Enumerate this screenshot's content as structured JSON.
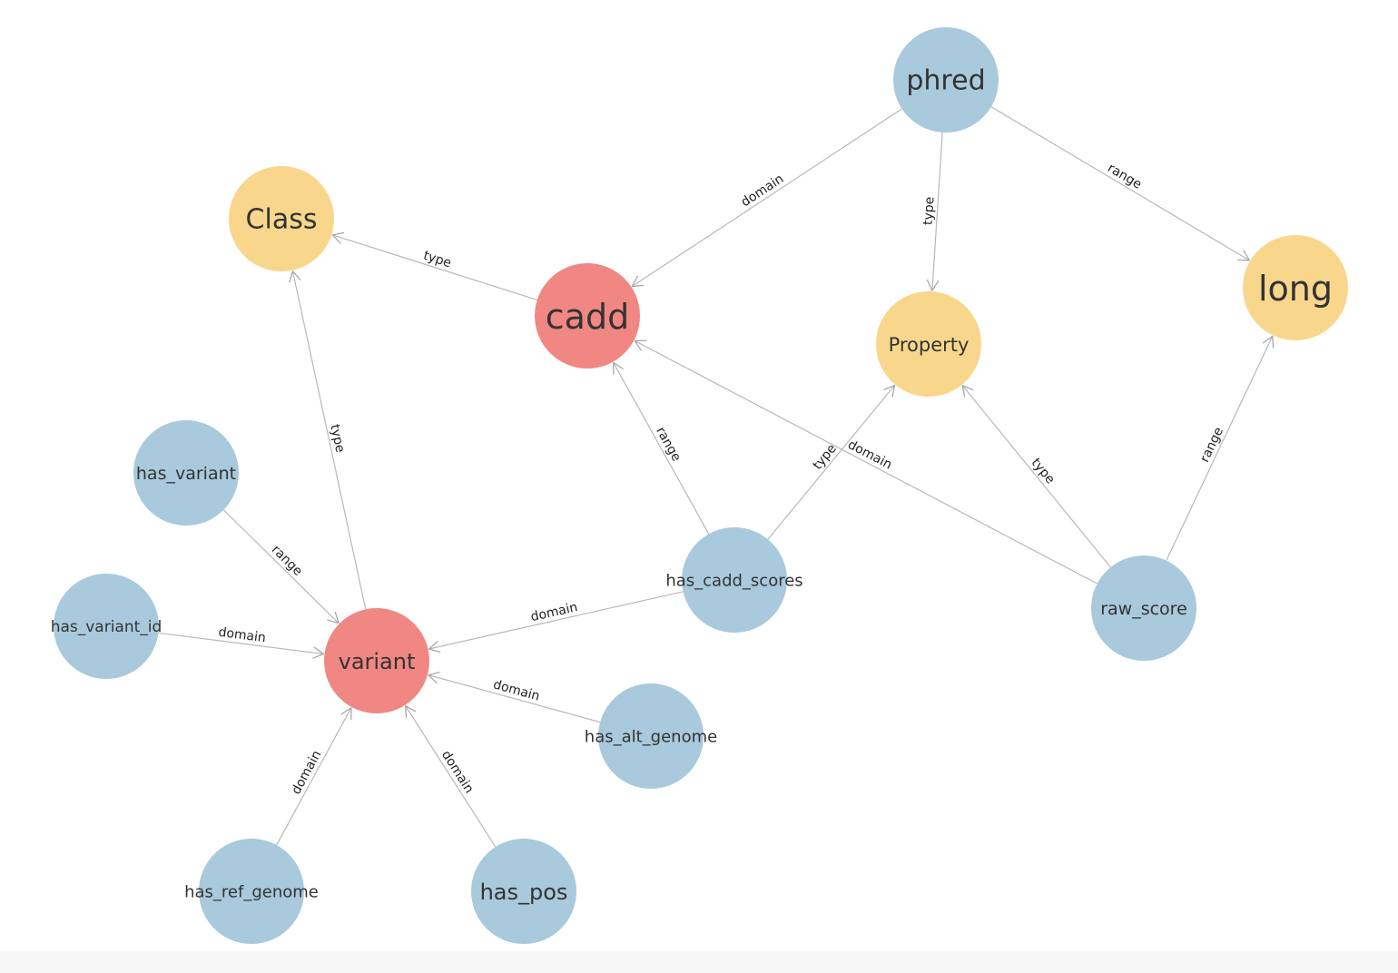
{
  "graph": {
    "colors": {
      "class_node": "#f08783",
      "meta_node": "#f8d78c",
      "property_node": "#a9c9dc",
      "edge": "#b8b8b8"
    },
    "nodes": [
      {
        "id": "phred",
        "label": "phred",
        "group": "property"
      },
      {
        "id": "class",
        "label": "Class",
        "group": "meta"
      },
      {
        "id": "cadd",
        "label": "cadd",
        "group": "class"
      },
      {
        "id": "property",
        "label": "Property",
        "group": "meta"
      },
      {
        "id": "long",
        "label": "long",
        "group": "meta"
      },
      {
        "id": "has_variant",
        "label": "has_variant",
        "group": "property"
      },
      {
        "id": "has_variant_id",
        "label": "has_variant_id",
        "group": "property"
      },
      {
        "id": "variant",
        "label": "variant",
        "group": "class"
      },
      {
        "id": "has_cadd_scores",
        "label": "has_cadd_scores",
        "group": "property"
      },
      {
        "id": "raw_score",
        "label": "raw_score",
        "group": "property"
      },
      {
        "id": "has_alt_genome",
        "label": "has_alt_genome",
        "group": "property"
      },
      {
        "id": "has_ref_genome",
        "label": "has_ref_genome",
        "group": "property"
      },
      {
        "id": "has_pos",
        "label": "has_pos",
        "group": "property"
      }
    ],
    "edges": [
      {
        "source": "phred",
        "target": "cadd",
        "label": "domain"
      },
      {
        "source": "phred",
        "target": "property",
        "label": "type"
      },
      {
        "source": "phred",
        "target": "long",
        "label": "range"
      },
      {
        "source": "cadd",
        "target": "class",
        "label": "type"
      },
      {
        "source": "variant",
        "target": "class",
        "label": "type"
      },
      {
        "source": "has_cadd_scores",
        "target": "cadd",
        "label": "range"
      },
      {
        "source": "has_cadd_scores",
        "target": "property",
        "label": "type"
      },
      {
        "source": "raw_score",
        "target": "cadd",
        "label": "domain"
      },
      {
        "source": "raw_score",
        "target": "property",
        "label": "type"
      },
      {
        "source": "raw_score",
        "target": "long",
        "label": "range"
      },
      {
        "source": "has_variant",
        "target": "variant",
        "label": "range"
      },
      {
        "source": "has_variant_id",
        "target": "variant",
        "label": "domain"
      },
      {
        "source": "has_cadd_scores",
        "target": "variant",
        "label": "domain"
      },
      {
        "source": "has_alt_genome",
        "target": "variant",
        "label": "domain"
      },
      {
        "source": "has_ref_genome",
        "target": "variant",
        "label": "domain"
      },
      {
        "source": "has_pos",
        "target": "variant",
        "label": "domain"
      }
    ]
  }
}
